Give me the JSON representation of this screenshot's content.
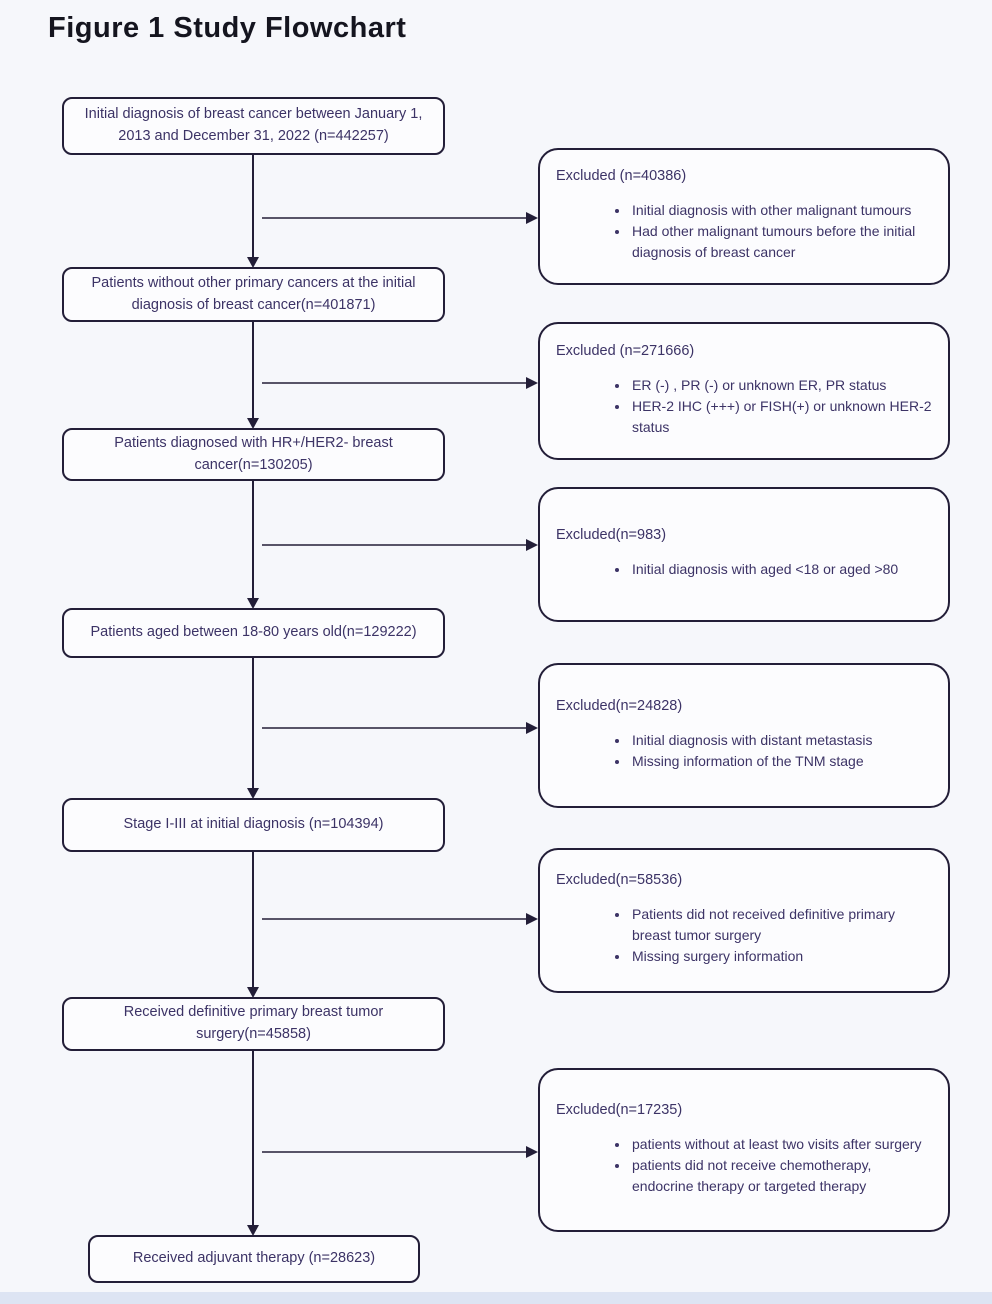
{
  "page": {
    "title": "Figure 1 Study Flowchart"
  },
  "flow": {
    "main_boxes": [
      "Initial diagnosis of breast cancer between January 1, 2013 and December 31, 2022  (n=442257)",
      "Patients without other primary cancers  at the initial diagnosis of breast cancer(n=401871)",
      "Patients diagnosed with HR+/HER2- breast cancer(n=130205)",
      "Patients aged between 18-80 years old(n=129222)",
      "Stage I-III at initial diagnosis (n=104394)",
      "Received definitive primary breast tumor surgery(n=45858)",
      "Received adjuvant therapy  (n=28623)"
    ],
    "exclusions": [
      {
        "header": "Excluded (n=40386)",
        "bullets": [
          "Initial diagnosis with other malignant tumours",
          "Had other malignant tumours before the initial diagnosis of breast cancer"
        ]
      },
      {
        "header": "Excluded (n=271666)",
        "bullets": [
          "ER (-) , PR (-) or unknown ER, PR status",
          "HER-2 IHC (+++) or FISH(+) or unknown HER-2 status"
        ]
      },
      {
        "header": "Excluded(n=983)",
        "bullets": [
          "Initial diagnosis with aged <18 or aged >80"
        ]
      },
      {
        "header": "Excluded(n=24828)",
        "bullets": [
          "Initial diagnosis with distant metastasis",
          "Missing information of the TNM stage"
        ]
      },
      {
        "header": "Excluded(n=58536)",
        "bullets": [
          "Patients did not received definitive primary breast tumor surgery",
          "Missing surgery information"
        ]
      },
      {
        "header": "Excluded(n=17235)",
        "bullets": [
          "patients without at least two visits after surgery",
          "patients did not receive chemotherapy,  endocrine therapy or targeted therapy"
        ]
      }
    ]
  },
  "colors": {
    "page_bg": "#f6f7fb",
    "box_bg": "#fcfcfe",
    "line": "#231e38",
    "text": "#3c3366",
    "title": "#15151f",
    "strip": "#dde4f3"
  }
}
